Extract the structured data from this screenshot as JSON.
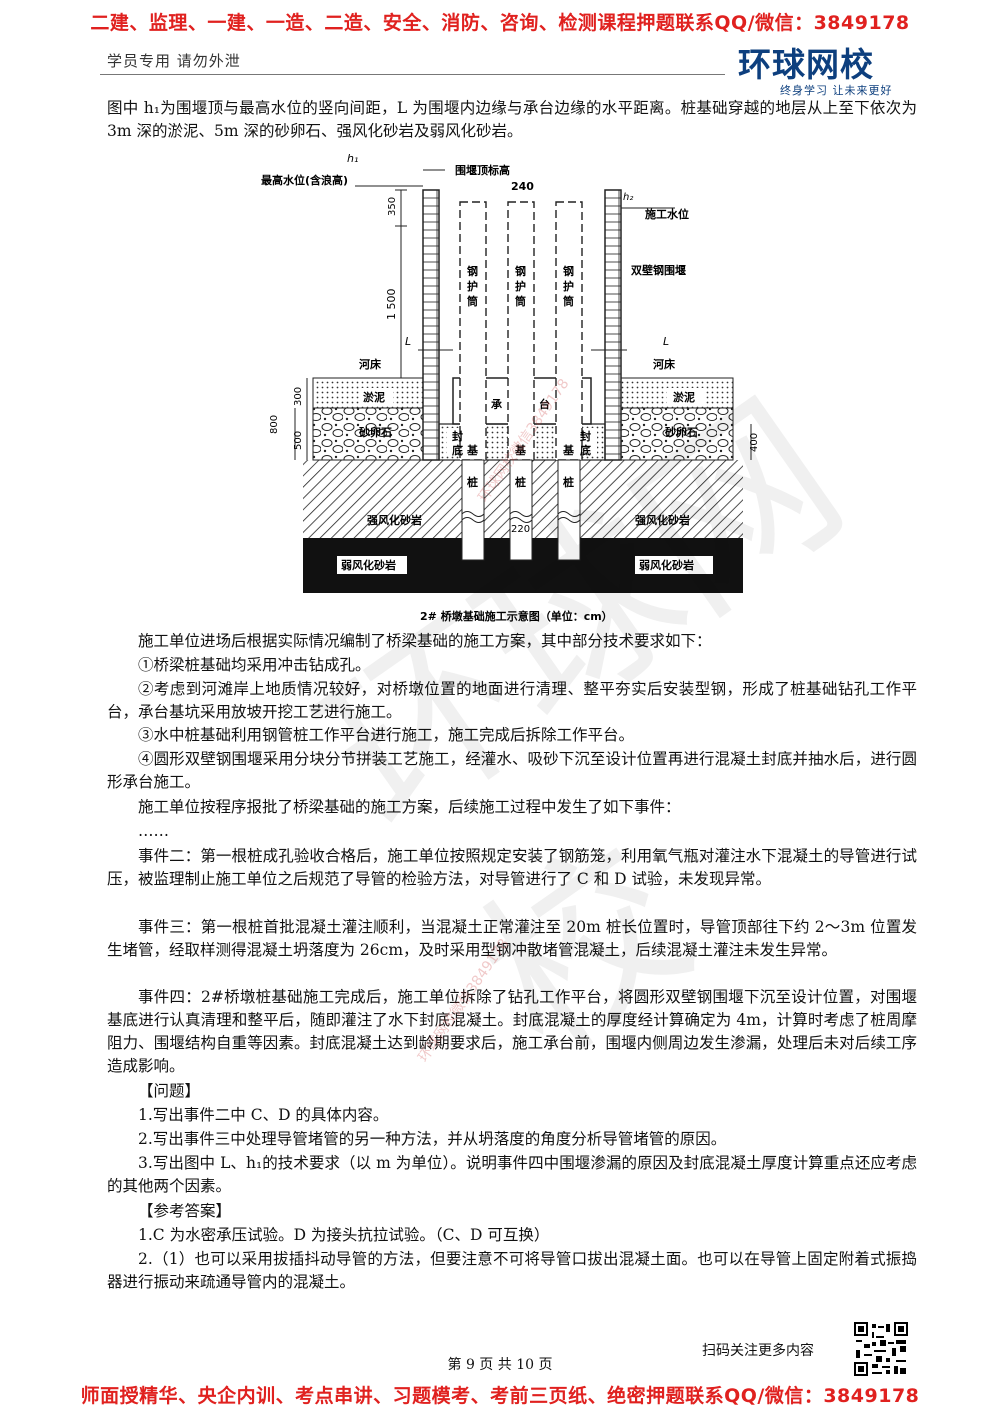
{
  "promo": {
    "top": "二建、监理、一建、一造、二造、安全、消防、咨询、检测课程押题联系QQ/微信：3849178",
    "bottom": "师面授精华、央企内训、考点串讲、习题模考、考前三页纸、绝密押题联系QQ/微信：3849178"
  },
  "header": {
    "left": "学员专用 请勿外泄",
    "logo_main": "环球网校",
    "logo_slogan": "终身学习 让未来更好"
  },
  "watermark": {
    "big": "环球网校",
    "small": "环球网校微信3849178"
  },
  "intro": {
    "p1": "图中 h₁为围堰顶与最高水位的竖向间距，L 为围堰内边缘与承台边缘的水平距离。桩基础穿越的地层从上至下依次为 3m 深的淤泥、5m 深的砂卵石、强风化砂岩及弱风化砂岩。"
  },
  "figure": {
    "caption": "2# 桥墩基础施工示意图（单位：cm）",
    "labels": {
      "h1": "h₁",
      "h2": "h₂",
      "max_water": "最高水位(含浪高)",
      "cofferdam_top": "围堰顶标高",
      "construction_water": "施工水位",
      "double_wall": "双壁钢围堰",
      "d240": "240",
      "d350": "350",
      "d1500": "1 500",
      "d300": "300",
      "d500": "500",
      "d800": "800",
      "d400": "400",
      "d220": "220",
      "L": "L",
      "riverbed": "河床",
      "silt": "淤泥",
      "gravel": "砂卵石",
      "strong_rock": "强风化砂岩",
      "weak_rock": "弱风化砂岩",
      "casing": [
        "钢",
        "护",
        "筒"
      ],
      "cap": [
        "承",
        "台"
      ],
      "seal": [
        "封",
        "底"
      ],
      "pile": [
        "基",
        "桩"
      ]
    }
  },
  "body": {
    "p2": "施工单位进场后根据实际情况编制了桥梁基础的施工方案，其中部分技术要求如下：",
    "p3": "①桥梁桩基础均采用冲击钻成孔。",
    "p4": "②考虑到河滩岸上地质情况较好，对桥墩位置的地面进行清理、整平夯实后安装型钢，形成了桩基础钻孔工作平台，承台基坑采用放坡开挖工艺进行施工。",
    "p5": "③水中桩基础利用钢管桩工作平台进行施工，施工完成后拆除工作平台。",
    "p6": "④圆形双壁钢围堰采用分块分节拼装工艺施工，经灌水、吸砂下沉至设计位置再进行混凝土封底并抽水后，进行圆形承台施工。",
    "p7": "施工单位按程序报批了桥梁基础的施工方案，后续施工过程中发生了如下事件：",
    "p8": "……",
    "p9": "事件二：第一根桩成孔验收合格后，施工单位按照规定安装了钢筋笼，利用氧气瓶对灌注水下混凝土的导管进行试压，被监理制止施工单位之后规范了导管的检验方法，对导管进行了 C 和 D 试验，未发现异常。",
    "p10": "事件三：第一根桩首批混凝土灌注顺利，当混凝土正常灌注至 20m 桩长位置时，导管顶部往下约 2～3m 位置发生堵管，经取样测得混凝土坍落度为 26cm，及时采用型钢冲散堵管混凝土，后续混凝土灌注未发生异常。",
    "p11": "事件四：2#桥墩桩基础施工完成后，施工单位拆除了钻孔工作平台，将圆形双壁钢围堰下沉至设计位置，对围堰基底进行认真清理和整平后，随即灌注了水下封底混凝土。封底混凝土的厚度经计算确定为 4m，计算时考虑了桩周摩阻力、围堰结构自重等因素。封底混凝土达到龄期要求后，施工承台前，围堰内侧周边发生渗漏，处理后未对后续工序造成影响。",
    "p12": "【问题】",
    "p13": "1.写出事件二中 C、D 的具体内容。",
    "p14": "2.写出事件三中处理导管堵管的另一种方法，并从坍落度的角度分析导管堵管的原因。",
    "p15": "3.写出图中 L、h₁的技术要求（以 m 为单位）。说明事件四中围堰渗漏的原因及封底混凝土厚度计算重点还应考虑的其他两个因素。",
    "p16": "【参考答案】",
    "p17": "1.C 为水密承压试验。D 为接头抗拉试验。（C、D 可互换）",
    "p18": "2.（1）也可以采用拔插抖动导管的方法，但要注意不可将导管口拔出混凝土面。也可以在导管上固定附着式振捣器进行振动来疏通导管内的混凝土。"
  },
  "footer": {
    "page": "第 9 页 共 10 页",
    "qr_text": "扫码关注更多内容"
  }
}
